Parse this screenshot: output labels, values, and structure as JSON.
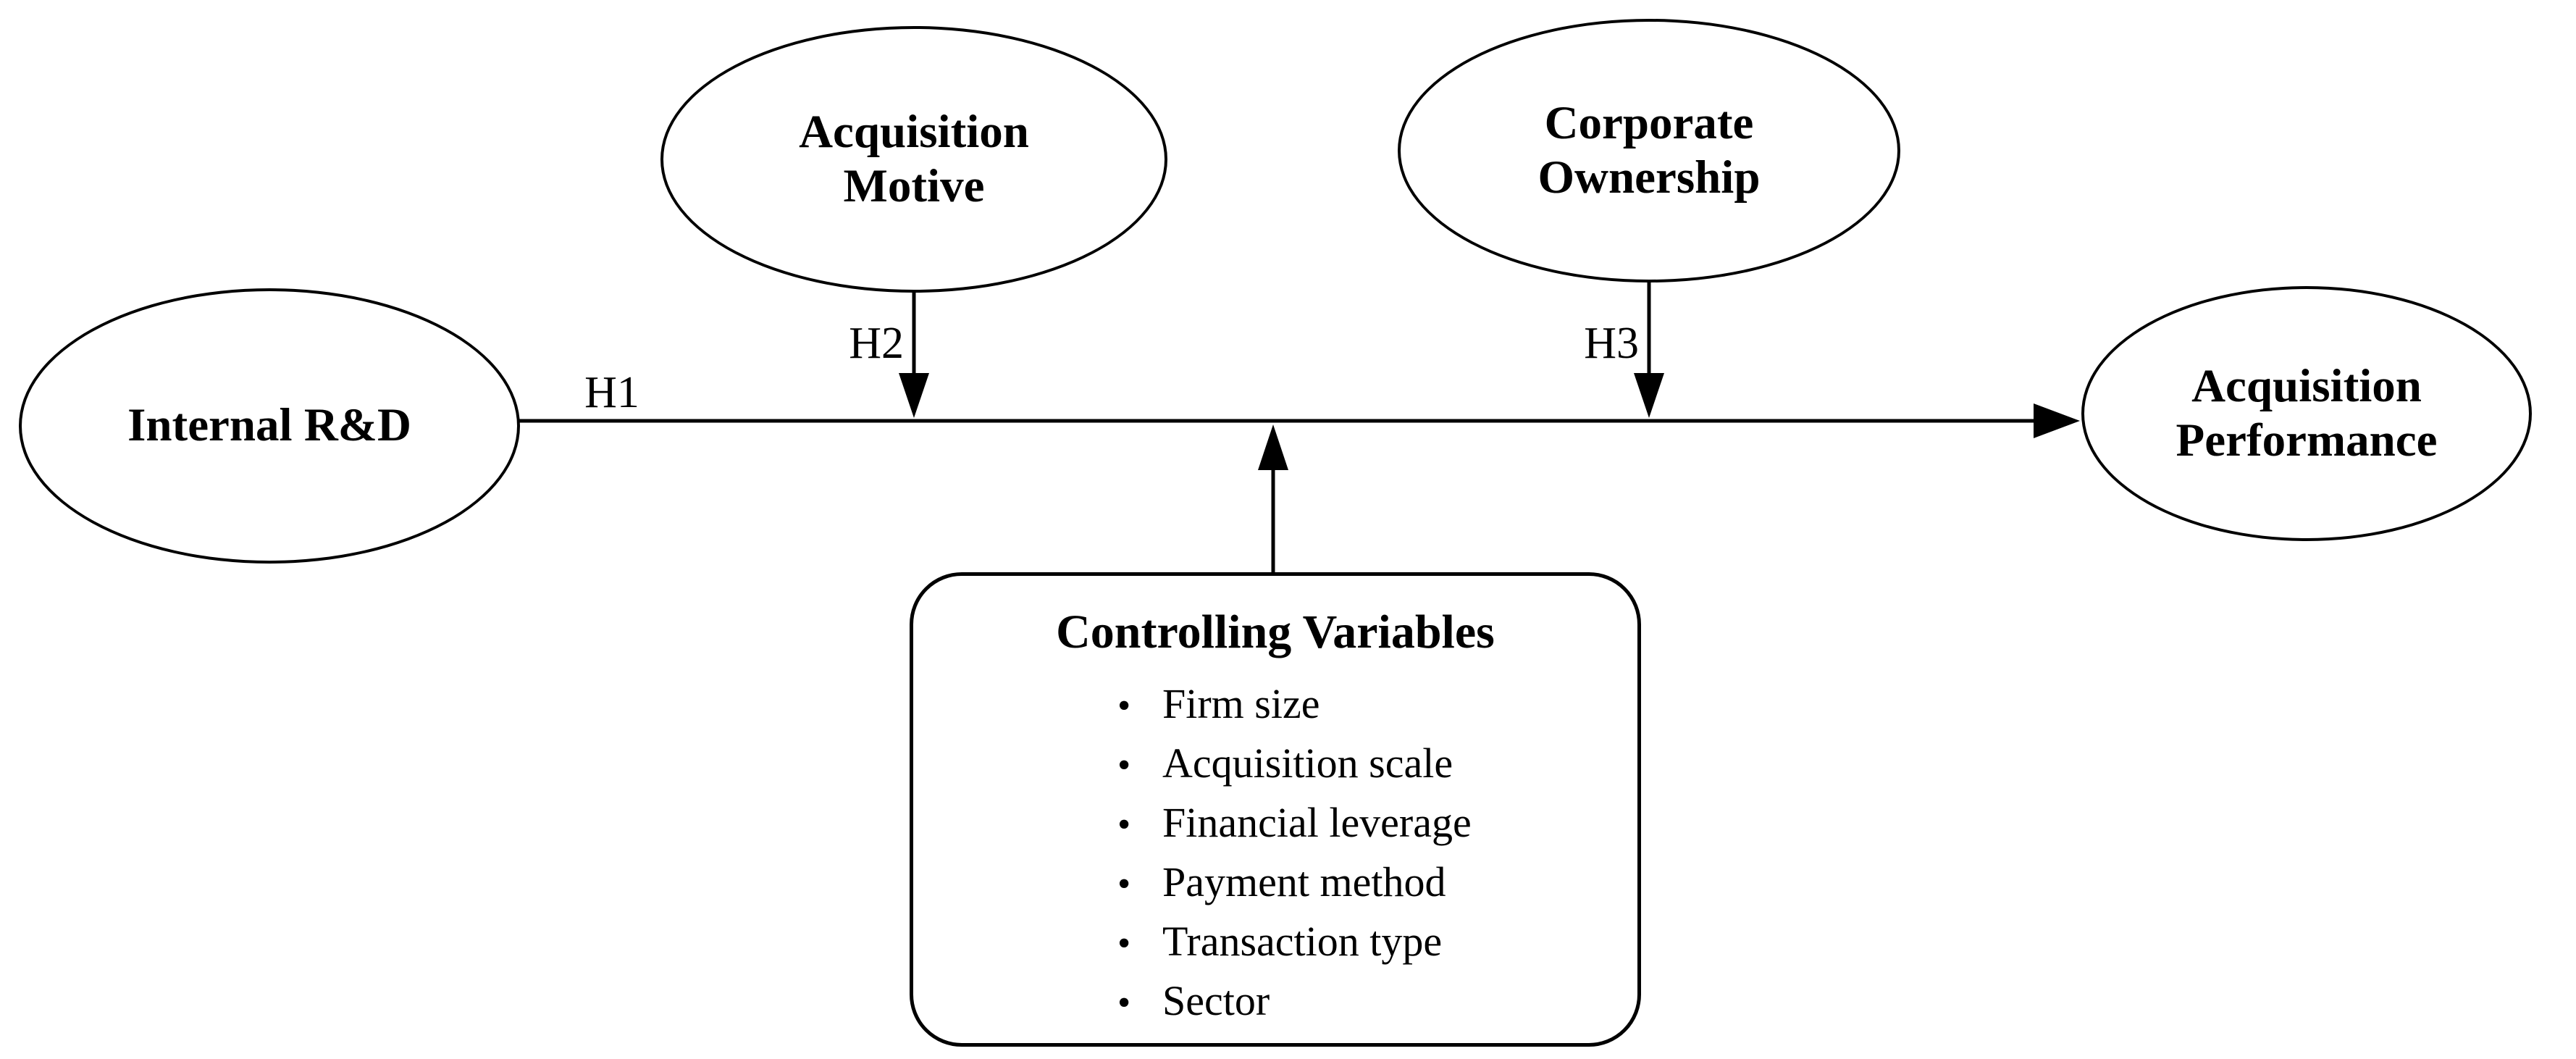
{
  "diagram": {
    "nodes": {
      "internal_rd": {
        "label": "Internal R&D"
      },
      "acquisition_motive": {
        "label": "Acquisition Motive"
      },
      "corporate_ownership": {
        "label": "Corporate Ownership"
      },
      "acquisition_performance": {
        "label": "Acquisition Performance"
      }
    },
    "hypotheses": {
      "h1": "H1",
      "h2": "H2",
      "h3": "H3"
    },
    "controlling_variables": {
      "title": "Controlling Variables",
      "bullet": "•",
      "items": [
        "Firm size",
        "Acquisition scale",
        "Financial leverage",
        "Payment method",
        "Transaction type",
        "Sector"
      ]
    },
    "colors": {
      "ink": "#000000",
      "background": "#ffffff"
    }
  }
}
